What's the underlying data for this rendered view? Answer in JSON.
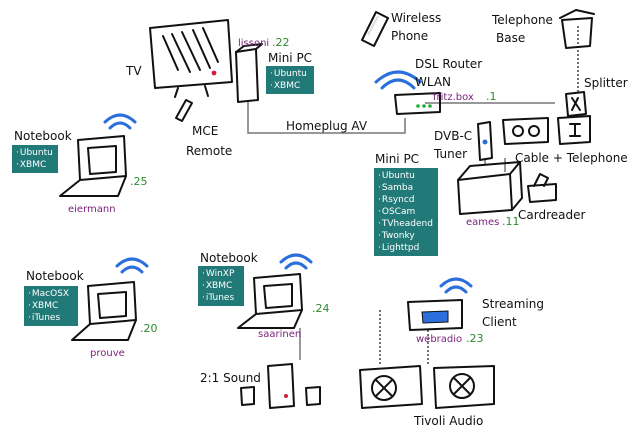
{
  "labels": {
    "tv": "TV",
    "mini_pc_top": "Mini PC",
    "mce_remote_1": "MCE",
    "mce_remote_2": "Remote",
    "homeplug": "Homeplug AV",
    "wireless_phone_1": "Wireless",
    "wireless_phone_2": "Phone",
    "telephone_base_1": "Telephone",
    "telephone_base_2": "Base",
    "dsl_router_1": "DSL Router",
    "dsl_router_2": "WLAN",
    "splitter": "Splitter",
    "dvbc_1": "DVB-C",
    "dvbc_2": "Tuner",
    "cable_telephone": "Cable + Telephone",
    "mini_pc_mid": "Mini PC",
    "cardreader": "Cardreader",
    "notebook_1": "Notebook",
    "notebook_2": "Notebook",
    "notebook_3": "Notebook",
    "streaming_1": "Streaming",
    "streaming_2": "Client",
    "sound": "2:1 Sound",
    "tivoli": "Tivoli Audio"
  },
  "hosts": {
    "lissoni": {
      "name": "lissoni",
      "octet": ".22"
    },
    "fritzbox": {
      "name": "fritz.box",
      "octet": ".1"
    },
    "eiermann": {
      "name": "eiermann",
      "octet": ".25"
    },
    "eames": {
      "name": "eames",
      "octet": ".11"
    },
    "prouve": {
      "name": "prouve",
      "octet": ".20"
    },
    "saarinen": {
      "name": "saarinen",
      "octet": ".24"
    },
    "webradio": {
      "name": "webradio",
      "octet": ".23"
    }
  },
  "software": {
    "lissoni": [
      "Ubuntu",
      "XBMC"
    ],
    "eiermann": [
      "Ubuntu",
      "XBMC"
    ],
    "eames": [
      "Ubuntu",
      "Samba",
      "Rsyncd",
      "OSCam",
      "TVheadend",
      "Twonky",
      "Lighttpd"
    ],
    "prouve": [
      "MacOSX",
      "XBMC",
      "iTunes"
    ],
    "saarinen": [
      "WinXP",
      "XBMC",
      "iTunes"
    ]
  },
  "colors": {
    "software_box": "#227a78",
    "hostname": "#7a1f7a",
    "octet": "#2e8b2e",
    "wifi": "#2a6fdb"
  }
}
